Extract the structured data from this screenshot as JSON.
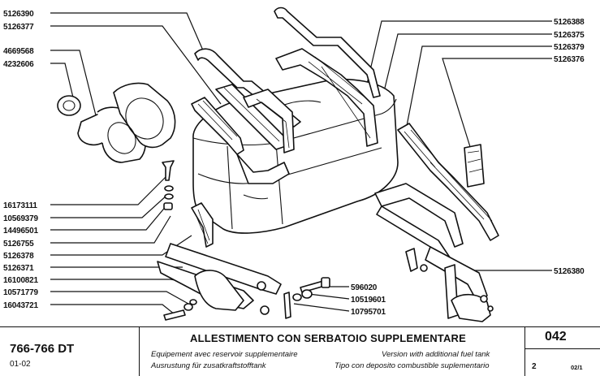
{
  "parts": {
    "left": [
      "5126390",
      "5126377",
      "4669568",
      "4232606",
      "16173111",
      "10569379",
      "14496501",
      "5126755",
      "5126378",
      "5126371",
      "16100821",
      "10571779",
      "16043721"
    ],
    "right": [
      "5126388",
      "5126375",
      "5126379",
      "5126376",
      "5126380"
    ],
    "bottom": [
      "596020",
      "10519601",
      "10795701"
    ]
  },
  "title_block": {
    "model": "766-766 DT",
    "date": "01-02",
    "title": "ALLESTIMENTO CON SERBATOIO SUPPLEMENTARE",
    "subtitle_fr": "Equipement avec reservoir supplementaire",
    "subtitle_de": "Ausrustung für zusatkraftstofftank",
    "subtitle_en": "Version with additional fuel tank",
    "subtitle_es": "Tipo con deposito combustible suplementario",
    "page": "042",
    "sheet": "2",
    "edition": "02/1"
  }
}
